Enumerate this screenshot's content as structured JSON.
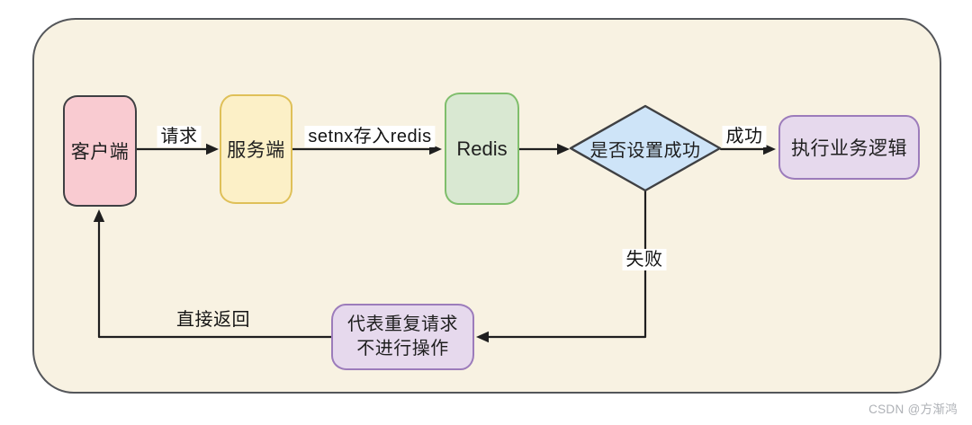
{
  "diagram": {
    "type": "flowchart",
    "nodes": {
      "client": {
        "label": "客户端",
        "shape": "rounded-rect",
        "fill": "#F9CBD1",
        "border": "#3F4043"
      },
      "server": {
        "label": "服务端",
        "shape": "rounded-rect",
        "fill": "#FCF0C7",
        "border": "#DFC058"
      },
      "redis": {
        "label": "Redis",
        "shape": "rounded-rect",
        "fill": "#D9E8D2",
        "border": "#7FBE6C"
      },
      "decision": {
        "label": "是否设置成功",
        "shape": "diamond",
        "fill": "#CEE4F8",
        "border": "#3F4043"
      },
      "execute": {
        "label": "执行业务逻辑",
        "shape": "rounded-rect",
        "fill": "#E6D9ED",
        "border": "#9C7CBB"
      },
      "duplicate": {
        "label_line1": "代表重复请求",
        "label_line2": "不进行操作",
        "shape": "rounded-rect",
        "fill": "#E6D9ED",
        "border": "#9C7CBB"
      }
    },
    "edges": [
      {
        "from": "client",
        "to": "server",
        "label": "请求"
      },
      {
        "from": "server",
        "to": "redis",
        "label": "setnx存入redis"
      },
      {
        "from": "redis",
        "to": "decision",
        "label": ""
      },
      {
        "from": "decision",
        "to": "execute",
        "label": "成功"
      },
      {
        "from": "decision",
        "to": "duplicate",
        "label": "失败"
      },
      {
        "from": "duplicate",
        "to": "client",
        "label": "直接返回"
      }
    ],
    "edge_labels": {
      "request": "请求",
      "setnx": "setnx存入redis",
      "success": "成功",
      "fail": "失败",
      "direct_return": "直接返回"
    },
    "colors": {
      "page_bg": "#FFFFFF",
      "frame_fill": "#F8F2E2",
      "frame_border": "#54565A",
      "arrow": "#1F1F1F",
      "decision_fill": "#CEE4F8",
      "decision_border": "#3F4043"
    }
  },
  "watermark": "CSDN @方渐鸿"
}
